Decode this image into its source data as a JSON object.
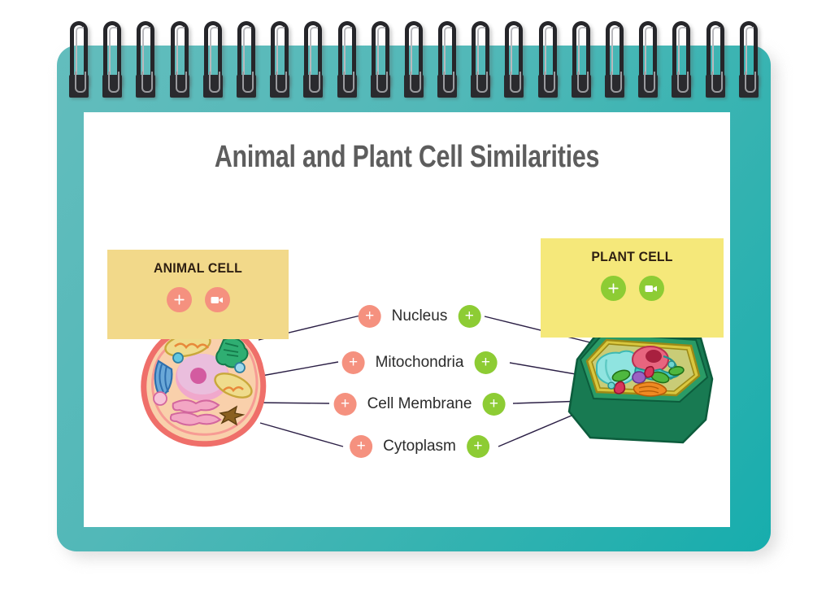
{
  "title": "Animal and Plant Cell Similarities",
  "notepad": {
    "board_color": "#52b8b8",
    "page_color": "#ffffff",
    "ring_count": 21
  },
  "cards": {
    "animal": {
      "title": "ANIMAL CELL",
      "background": "#f2d98a",
      "accent": "#f5917f",
      "buttons": [
        {
          "name": "add-button",
          "icon": "plus-icon"
        },
        {
          "name": "video-button",
          "icon": "video-camera-icon"
        }
      ]
    },
    "plant": {
      "title": "PLANT CELL",
      "background": "#f5e87a",
      "accent": "#8dcc34",
      "buttons": [
        {
          "name": "add-button",
          "icon": "plus-icon"
        },
        {
          "name": "video-button",
          "icon": "video-camera-icon"
        }
      ]
    }
  },
  "shared_features": [
    {
      "label": "Nucleus",
      "left_icon": "plus-icon",
      "right_icon": "plus-icon"
    },
    {
      "label": "Mitochondria",
      "left_icon": "plus-icon",
      "right_icon": "plus-icon"
    },
    {
      "label": "Cell Membrane",
      "left_icon": "plus-icon",
      "right_icon": "plus-icon"
    },
    {
      "label": "Cytoplasm",
      "left_icon": "plus-icon",
      "right_icon": "plus-icon"
    }
  ],
  "colors": {
    "title_text": "#5d5d5d",
    "label_text": "#2b2b2b",
    "card_title_text": "#2e1f12",
    "salmon": "#f5917f",
    "green": "#8dcc34",
    "connector_line": "#2b1f45",
    "teal_board": "#52b8b8"
  },
  "glyphs": {
    "plus": "+"
  }
}
